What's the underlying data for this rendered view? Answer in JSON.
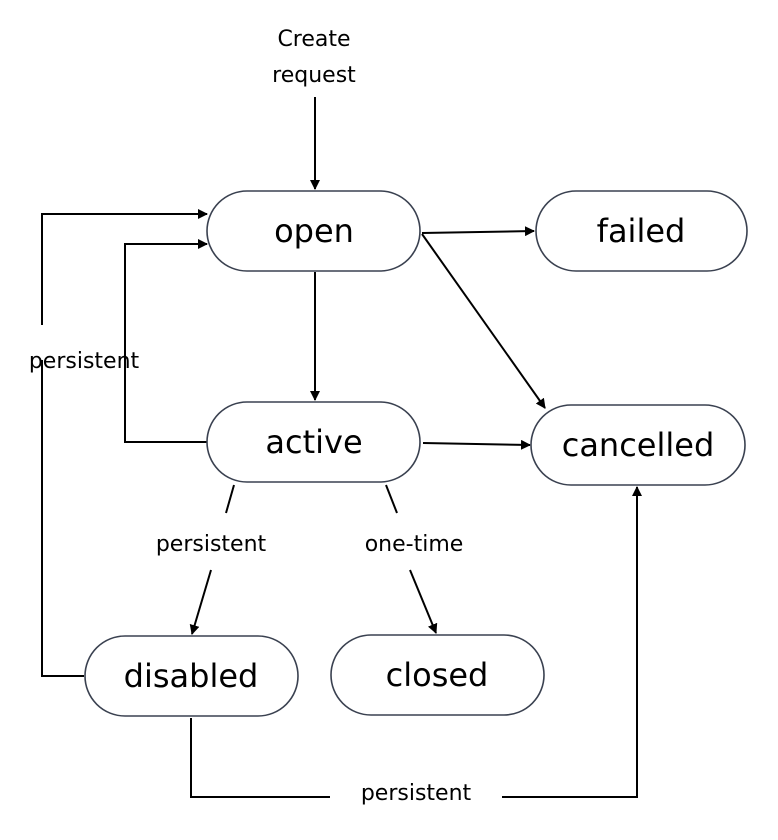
{
  "diagram": {
    "type": "state-diagram",
    "start_label_line1": "Create",
    "start_label_line2": "request",
    "states": {
      "open": "open",
      "failed": "failed",
      "active": "active",
      "cancelled": "cancelled",
      "disabled": "disabled",
      "closed": "closed"
    },
    "edge_labels": {
      "disabled_to_open": "persistent",
      "active_to_disabled": "persistent",
      "active_to_closed": "one-time",
      "disabled_to_cancelled": "persistent"
    },
    "transitions": [
      {
        "from": "start",
        "to": "open"
      },
      {
        "from": "open",
        "to": "failed"
      },
      {
        "from": "open",
        "to": "cancelled"
      },
      {
        "from": "open",
        "to": "active"
      },
      {
        "from": "active",
        "to": "open"
      },
      {
        "from": "active",
        "to": "cancelled"
      },
      {
        "from": "active",
        "to": "disabled",
        "label": "persistent"
      },
      {
        "from": "active",
        "to": "closed",
        "label": "one-time"
      },
      {
        "from": "disabled",
        "to": "open",
        "label": "persistent"
      },
      {
        "from": "disabled",
        "to": "cancelled",
        "label": "persistent"
      }
    ]
  }
}
